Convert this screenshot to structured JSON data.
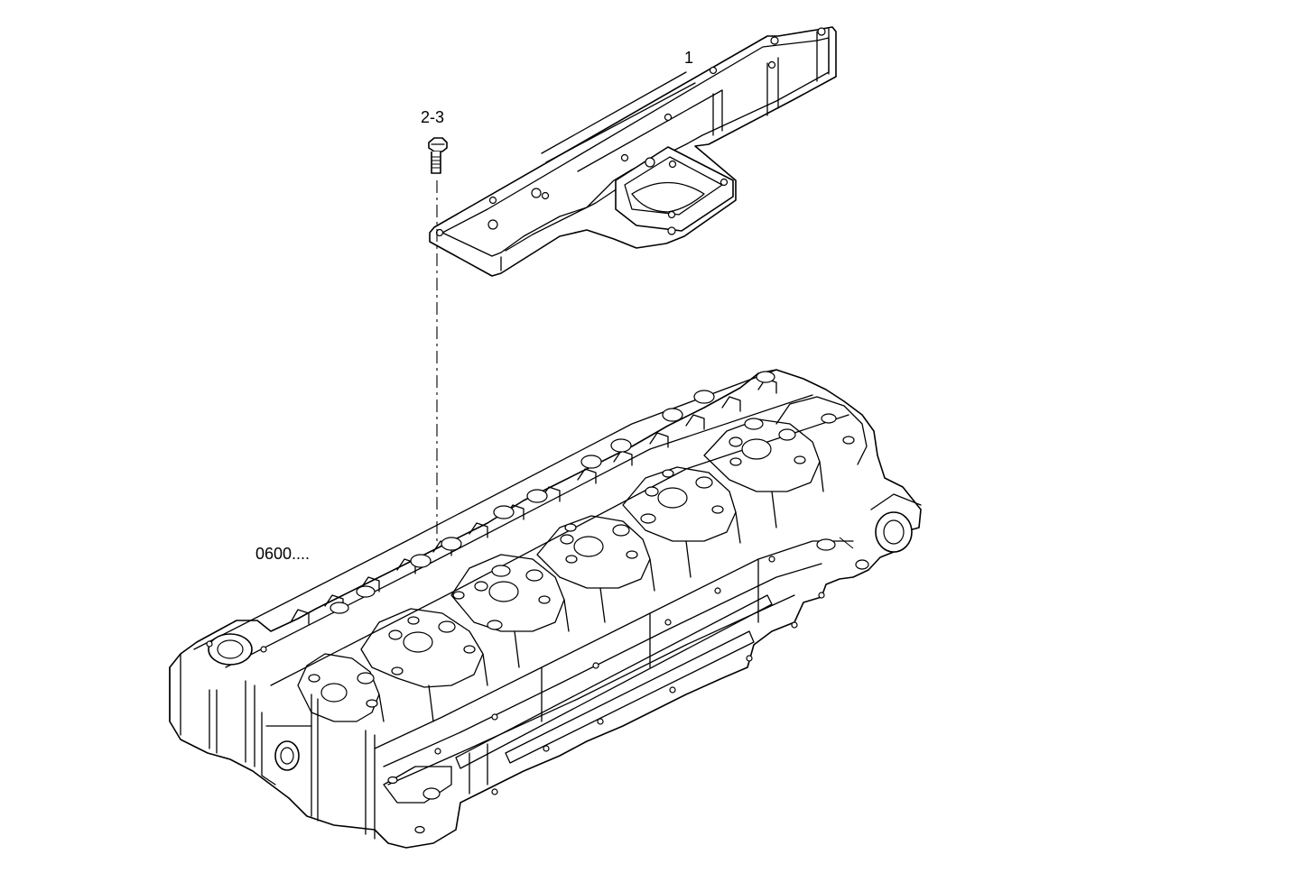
{
  "callouts": {
    "part_1": "1",
    "part_2_3": "2-3",
    "reference": "0600...."
  }
}
